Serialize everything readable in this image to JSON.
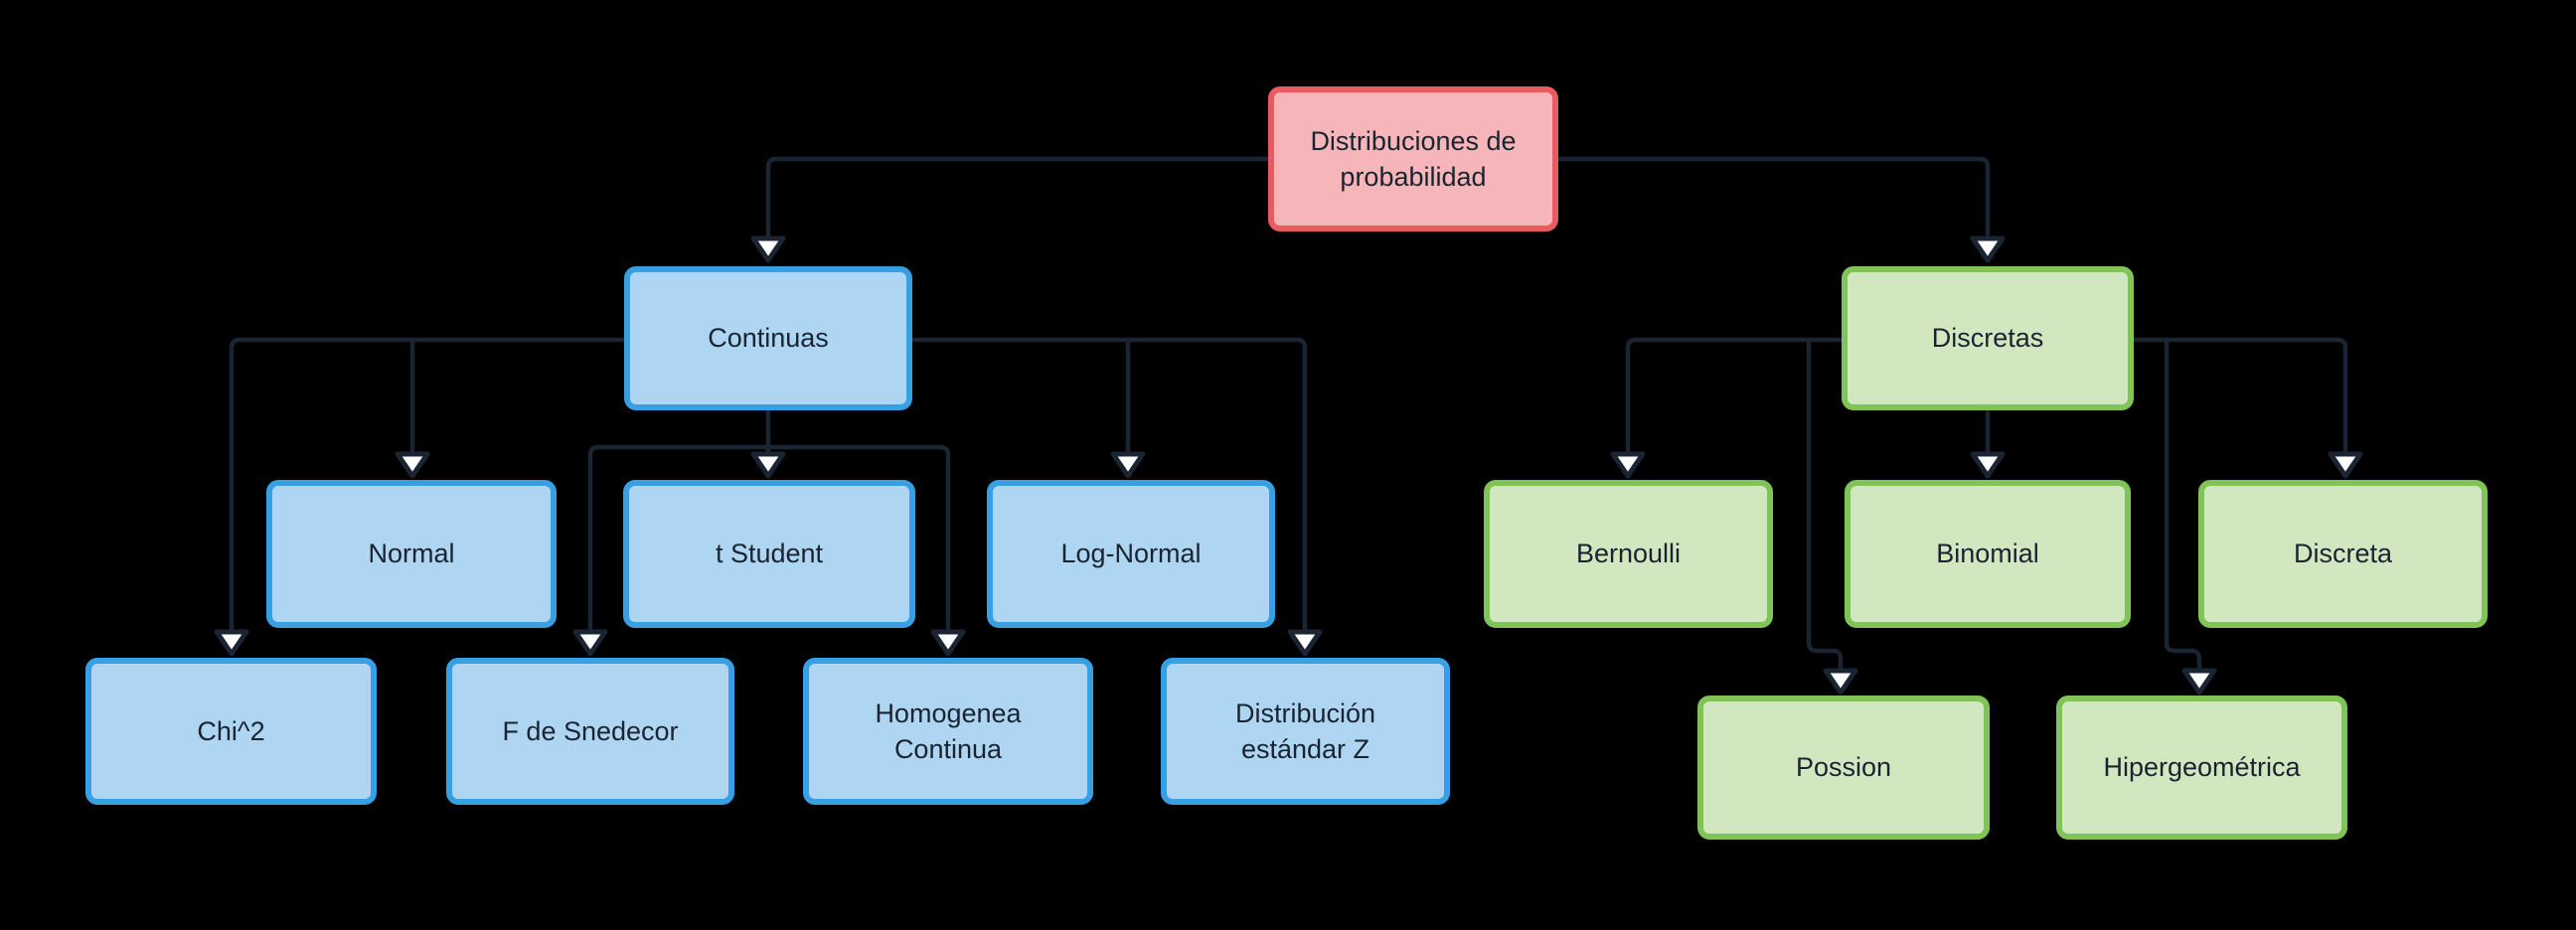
{
  "diagram": {
    "background": "#000000",
    "palette": {
      "background": "#000000",
      "line_color": "#1b2433",
      "arrow_fill": "#ffffff",
      "text_color": "#1a2430",
      "red_fill": "#f6b6b9",
      "red_border": "#ea5b5f",
      "blue_fill": "#aed5f2",
      "blue_border": "#36a0e2",
      "green_fill": "#d0e7c0",
      "green_border": "#80c356"
    },
    "nodes": {
      "root": {
        "label": "Distribuciones de\nprobabilidad"
      },
      "continuas": {
        "label": "Continuas"
      },
      "discretas": {
        "label": "Discretas"
      },
      "normal": {
        "label": "Normal"
      },
      "t_student": {
        "label": "t Student"
      },
      "log_normal": {
        "label": "Log-Normal"
      },
      "chi2": {
        "label": "Chi^2"
      },
      "f_snedecor": {
        "label": "F de Snedecor"
      },
      "homogenea": {
        "label": "Homogenea\nContinua"
      },
      "dist_z": {
        "label": "Distribución\nestándar Z"
      },
      "bernoulli": {
        "label": "Bernoulli"
      },
      "binomial": {
        "label": "Binomial"
      },
      "discreta": {
        "label": "Discreta"
      },
      "possion": {
        "label": "Possion"
      },
      "hipergeometrica": {
        "label": "Hipergeométrica"
      }
    },
    "edges": [
      {
        "from": "Distribuciones de probabilidad",
        "to": "Continuas"
      },
      {
        "from": "Distribuciones de probabilidad",
        "to": "Discretas"
      },
      {
        "from": "Continuas",
        "to": "Normal"
      },
      {
        "from": "Continuas",
        "to": "t Student"
      },
      {
        "from": "Continuas",
        "to": "Log-Normal"
      },
      {
        "from": "Continuas",
        "to": "Chi^2"
      },
      {
        "from": "Continuas",
        "to": "F de Snedecor"
      },
      {
        "from": "Continuas",
        "to": "Homogenea Continua"
      },
      {
        "from": "Continuas",
        "to": "Distribución estándar Z"
      },
      {
        "from": "Discretas",
        "to": "Bernoulli"
      },
      {
        "from": "Discretas",
        "to": "Binomial"
      },
      {
        "from": "Discretas",
        "to": "Discreta"
      },
      {
        "from": "Discretas",
        "to": "Possion"
      },
      {
        "from": "Discretas",
        "to": "Hipergeométrica"
      }
    ]
  }
}
